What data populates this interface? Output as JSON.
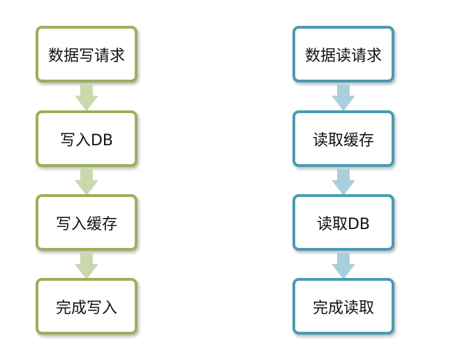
{
  "write_flow": {
    "steps": [
      "数据写请求",
      "写入DB",
      "写入缓存",
      "完成写入"
    ],
    "border_color": "#9bb05a",
    "arrow_color": "#cbd8ad"
  },
  "read_flow": {
    "steps": [
      "数据读请求",
      "读取缓存",
      "读取DB",
      "完成读取"
    ],
    "border_color": "#4a9bb2",
    "arrow_color": "#a9cfdc"
  }
}
